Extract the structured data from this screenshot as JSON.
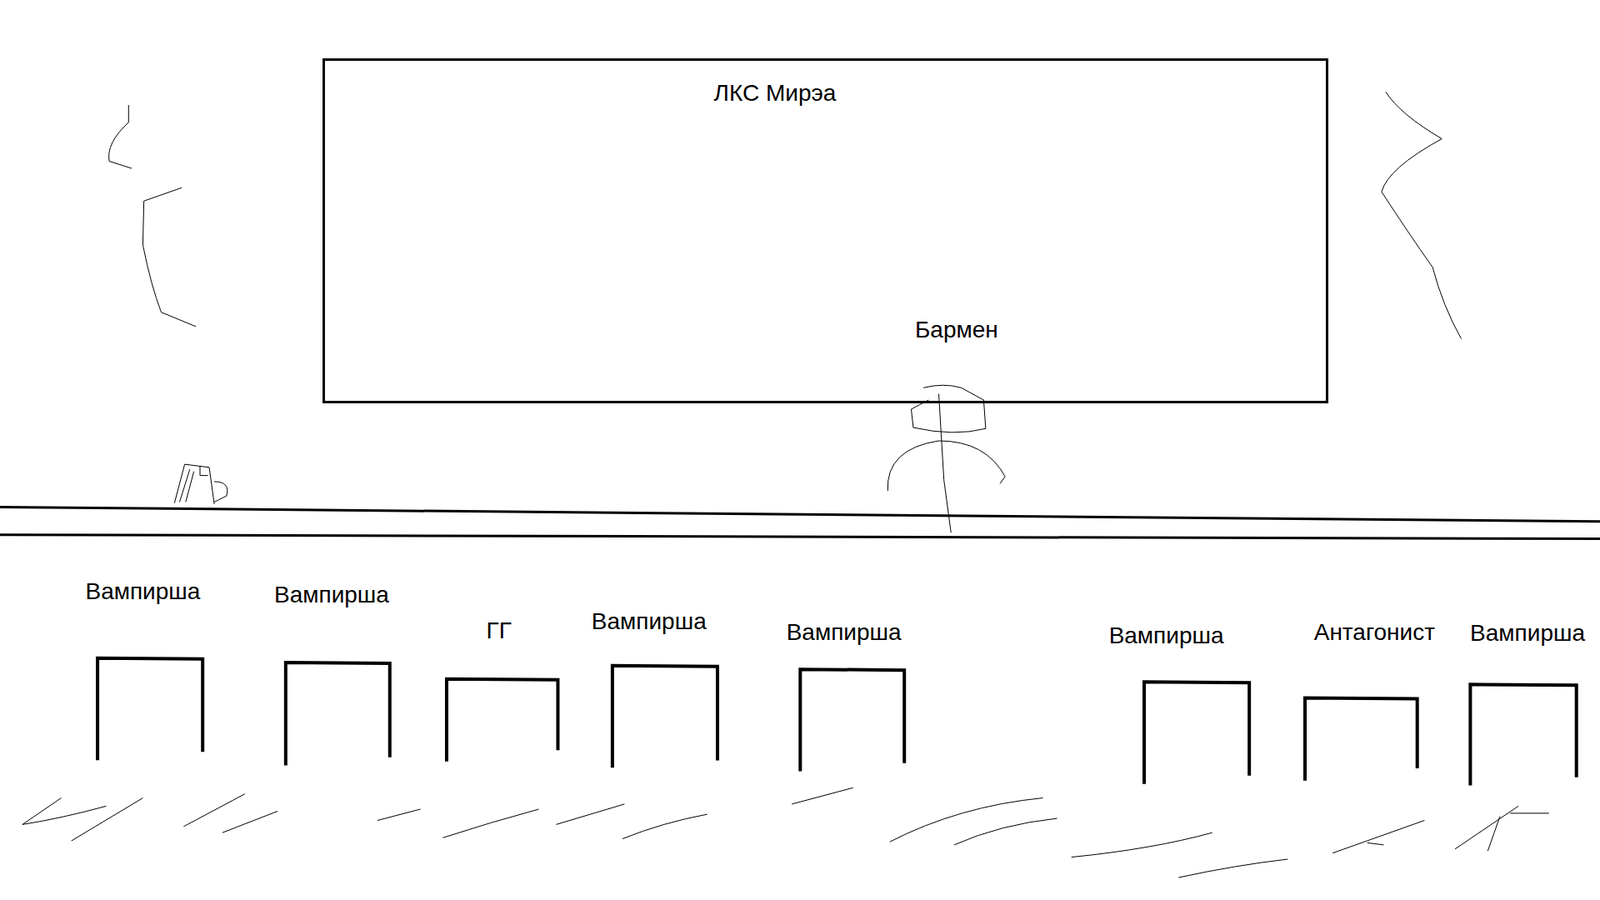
{
  "diagram": {
    "nodes": [
      {
        "text": [
          "ЛКС Мирэа",
          "Бармен"
        ]
      },
      {
        "text": [
          "Вампирша"
        ]
      },
      {
        "text": [
          "Вампирша"
        ]
      },
      {
        "text": [
          "ГГ"
        ]
      },
      {
        "text": [
          "Вампирша"
        ]
      },
      {
        "text": [
          "Вампирша"
        ]
      },
      {
        "text": [
          "Вампирша"
        ]
      },
      {
        "text": [
          "Антагонист"
        ]
      },
      {
        "text": [
          "Вампирша"
        ]
      }
    ]
  }
}
